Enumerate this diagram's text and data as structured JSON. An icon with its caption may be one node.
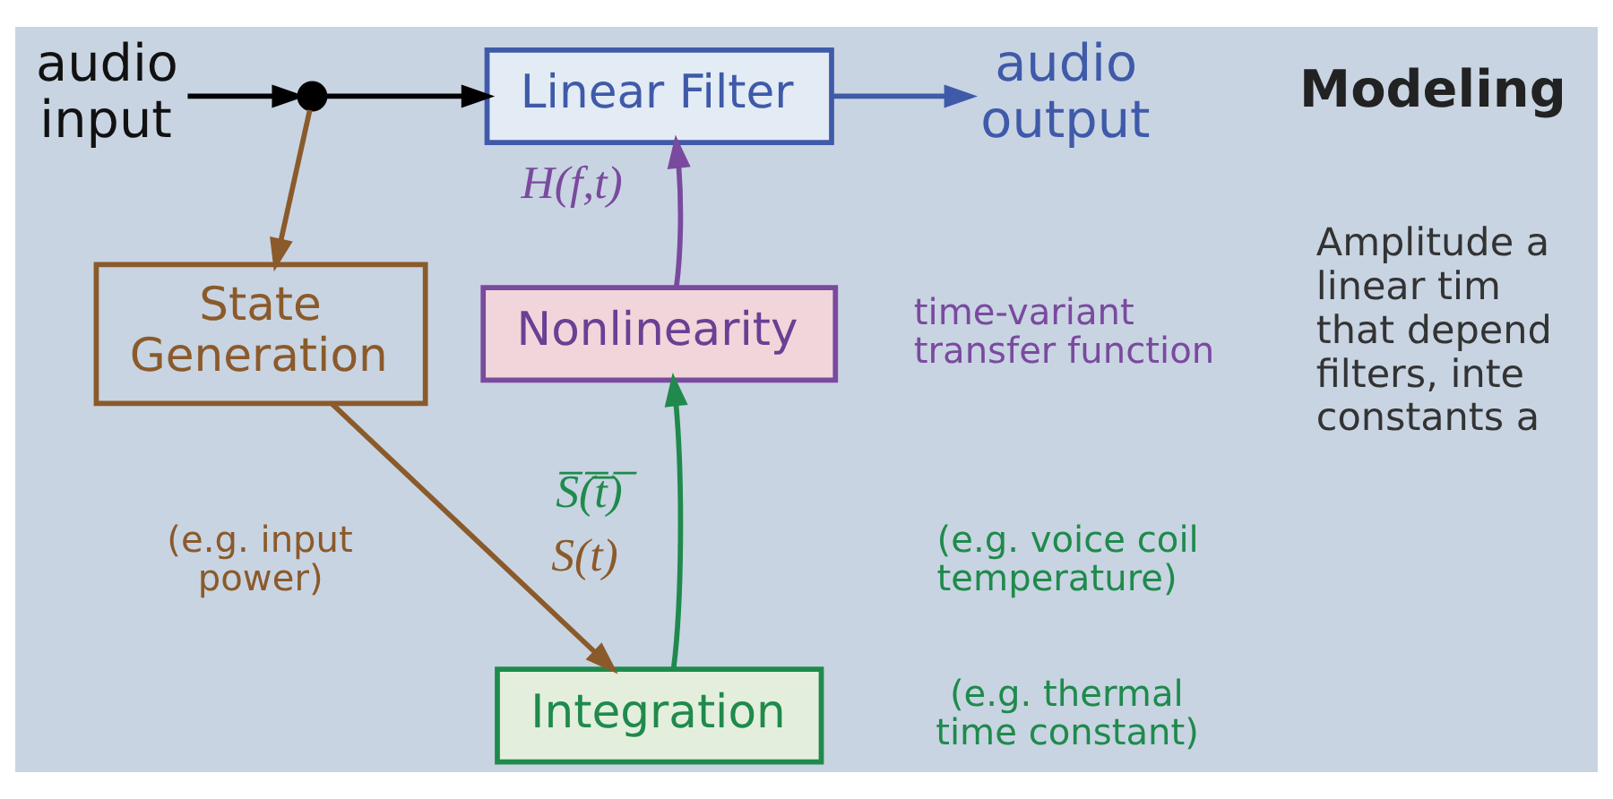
{
  "diagram": {
    "nodes": [
      {
        "text": [
          "audio input"
        ]
      },
      {
        "text": [],
        "shape": "circle"
      },
      {
        "text": [
          "Linear Filter"
        ]
      },
      {
        "text": [
          "audio output"
        ]
      },
      {
        "text": [
          "State Generation"
        ],
        "beside": [
          "(e.g. input power)"
        ]
      },
      {
        "text": [
          "Nonlinearity"
        ]
      },
      {
        "text": [
          "Integration"
        ],
        "beside": [
          "(e.g. thermal time constant)"
        ]
      }
    ],
    "edges": [
      {
        "from": 0,
        "to": 1,
        "arrow": "to"
      },
      {
        "from": 1,
        "to": 2,
        "arrow": "to"
      },
      {
        "from": 2,
        "to": 3,
        "arrow": "to",
        "color": "#3f5aa8"
      },
      {
        "from": 1,
        "to": 4,
        "arrow": "to",
        "color": "#8b5a2b"
      },
      {
        "from": 4,
        "to": 6,
        "arrow": "to",
        "label": "S(t)",
        "color": "#8b5a2b"
      },
      {
        "from": 6,
        "to": 5,
        "arrow": "to",
        "label": "S̅(̅t̅)̅",
        "color": "#1f8a4c"
      },
      {
        "from": 5,
        "to": 2,
        "arrow": "to",
        "label": "H(f,t)",
        "color": "#7a4a9e"
      }
    ],
    "labels": [
      "time-variant transfer function",
      "(e.g. voice coil temperature)",
      "Modeling",
      "Amplitude a linear tim that depend filters, inte constants a"
    ]
  }
}
